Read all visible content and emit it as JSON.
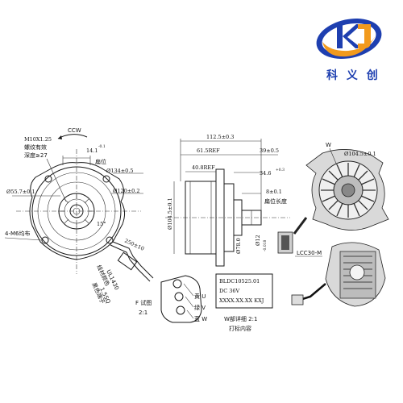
{
  "logo": {
    "brand_text": "科 义 创",
    "colors": {
      "blue": "#1e3fb0",
      "orange": "#f29a1d"
    }
  },
  "front_view": {
    "rotation": "CCW",
    "labels": {
      "thread": "M10X1.25",
      "thread_note_1": "螺纹有效",
      "thread_note_2": "深度≥27",
      "dia_55": "Ø55.7±0.1",
      "holes": "4-M6均布",
      "angle": "15°",
      "dim_14": "14.1",
      "dim_14_tol": "-0.1",
      "flat_label": "扁位",
      "dia_134": "Ø134±0.5",
      "dia_120": "Ø120±0.2",
      "lead_length": "250±10",
      "lead_label_1": "线材颜色",
      "lead_label_2": "UL1430",
      "lead_label_3": "黑色端子",
      "lead_label_4": "1.5SQ",
      "detail_label": "F 试图",
      "detail_scale": "2:1"
    }
  },
  "side_view": {
    "labels": {
      "overall": "112.5±0.3",
      "dim_61": "61.5REF",
      "dim_39": "39±0.5",
      "dim_40": "40.8REF",
      "dim_34": "34.6",
      "dim_34_tol": "+0.3",
      "dia_104_vert": "Ø104.5±0.1",
      "dim_8": "8±0.1",
      "flat_length": "扁位长度",
      "dia_12": "Ø12",
      "dia_12_tol": "-0.018",
      "r0": "Ø78.0"
    },
    "nameplate": [
      "BLDC10525.01",
      "DC 36V",
      "XXXX.XX.XX KXJ"
    ],
    "nameplate_note_1": "W部详细 2:1",
    "nameplate_note_2": "打标内容"
  },
  "connector": {
    "wires": [
      {
        "label": "黄 U"
      },
      {
        "label": "绿 V"
      },
      {
        "label": "蓝 W"
      }
    ]
  },
  "rear_view": {
    "labels": {
      "w_mark": "W",
      "dia_104": "Ø104.5±0.1",
      "connector": "LCC30-M"
    }
  }
}
